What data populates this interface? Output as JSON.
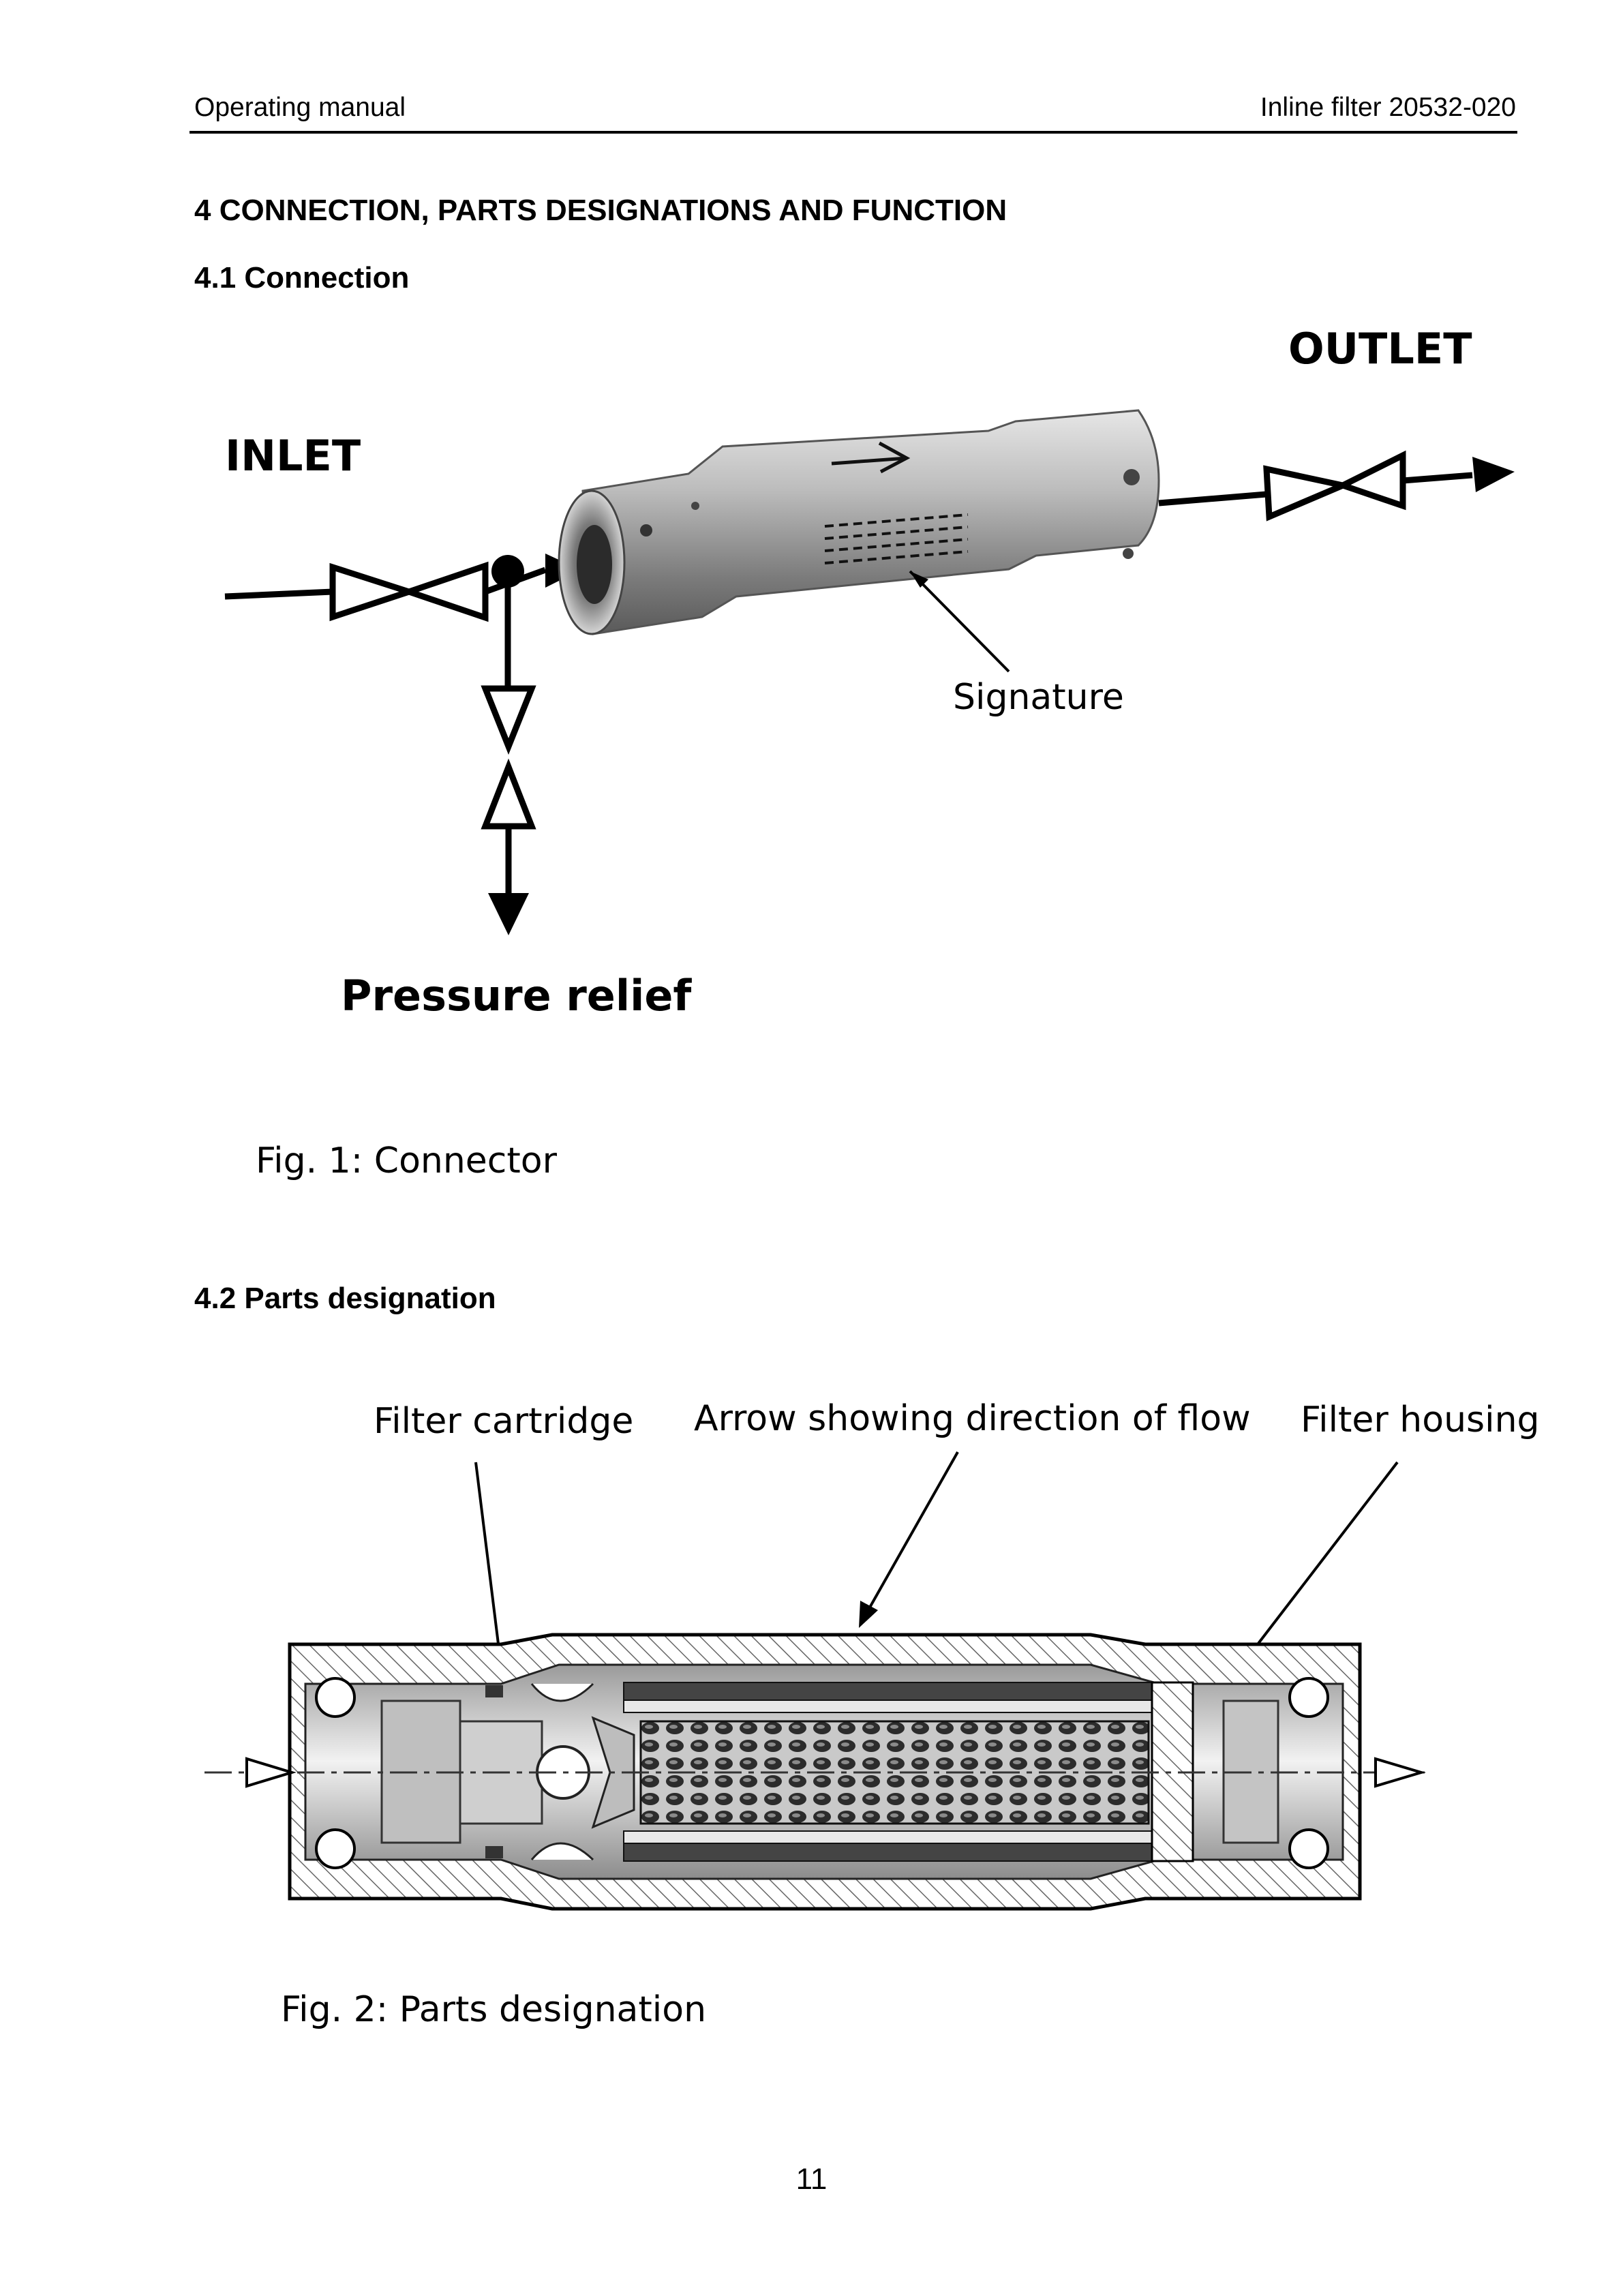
{
  "header": {
    "left": "Operating manual",
    "right": "Inline filter 20532-020"
  },
  "section": {
    "title": "4  CONNECTION, PARTS DESIGNATIONS AND FUNCTION"
  },
  "subsection_connection": {
    "title": "4.1  Connection"
  },
  "figure1": {
    "label_inlet": "INLET",
    "label_outlet": "OUTLET",
    "label_signature": "Signature",
    "label_pressure_relief": "Pressure relief",
    "caption": "Fig. 1:  Connector"
  },
  "subsection_parts": {
    "title": "4.2  Parts designation"
  },
  "figure2": {
    "label_filter_cartridge": "Filter cartridge",
    "label_flow_arrow": "Arrow showing direction of flow",
    "label_filter_housing": "Filter housing",
    "caption": "Fig. 2:  Parts designation"
  },
  "footer": {
    "page_number": "11"
  }
}
